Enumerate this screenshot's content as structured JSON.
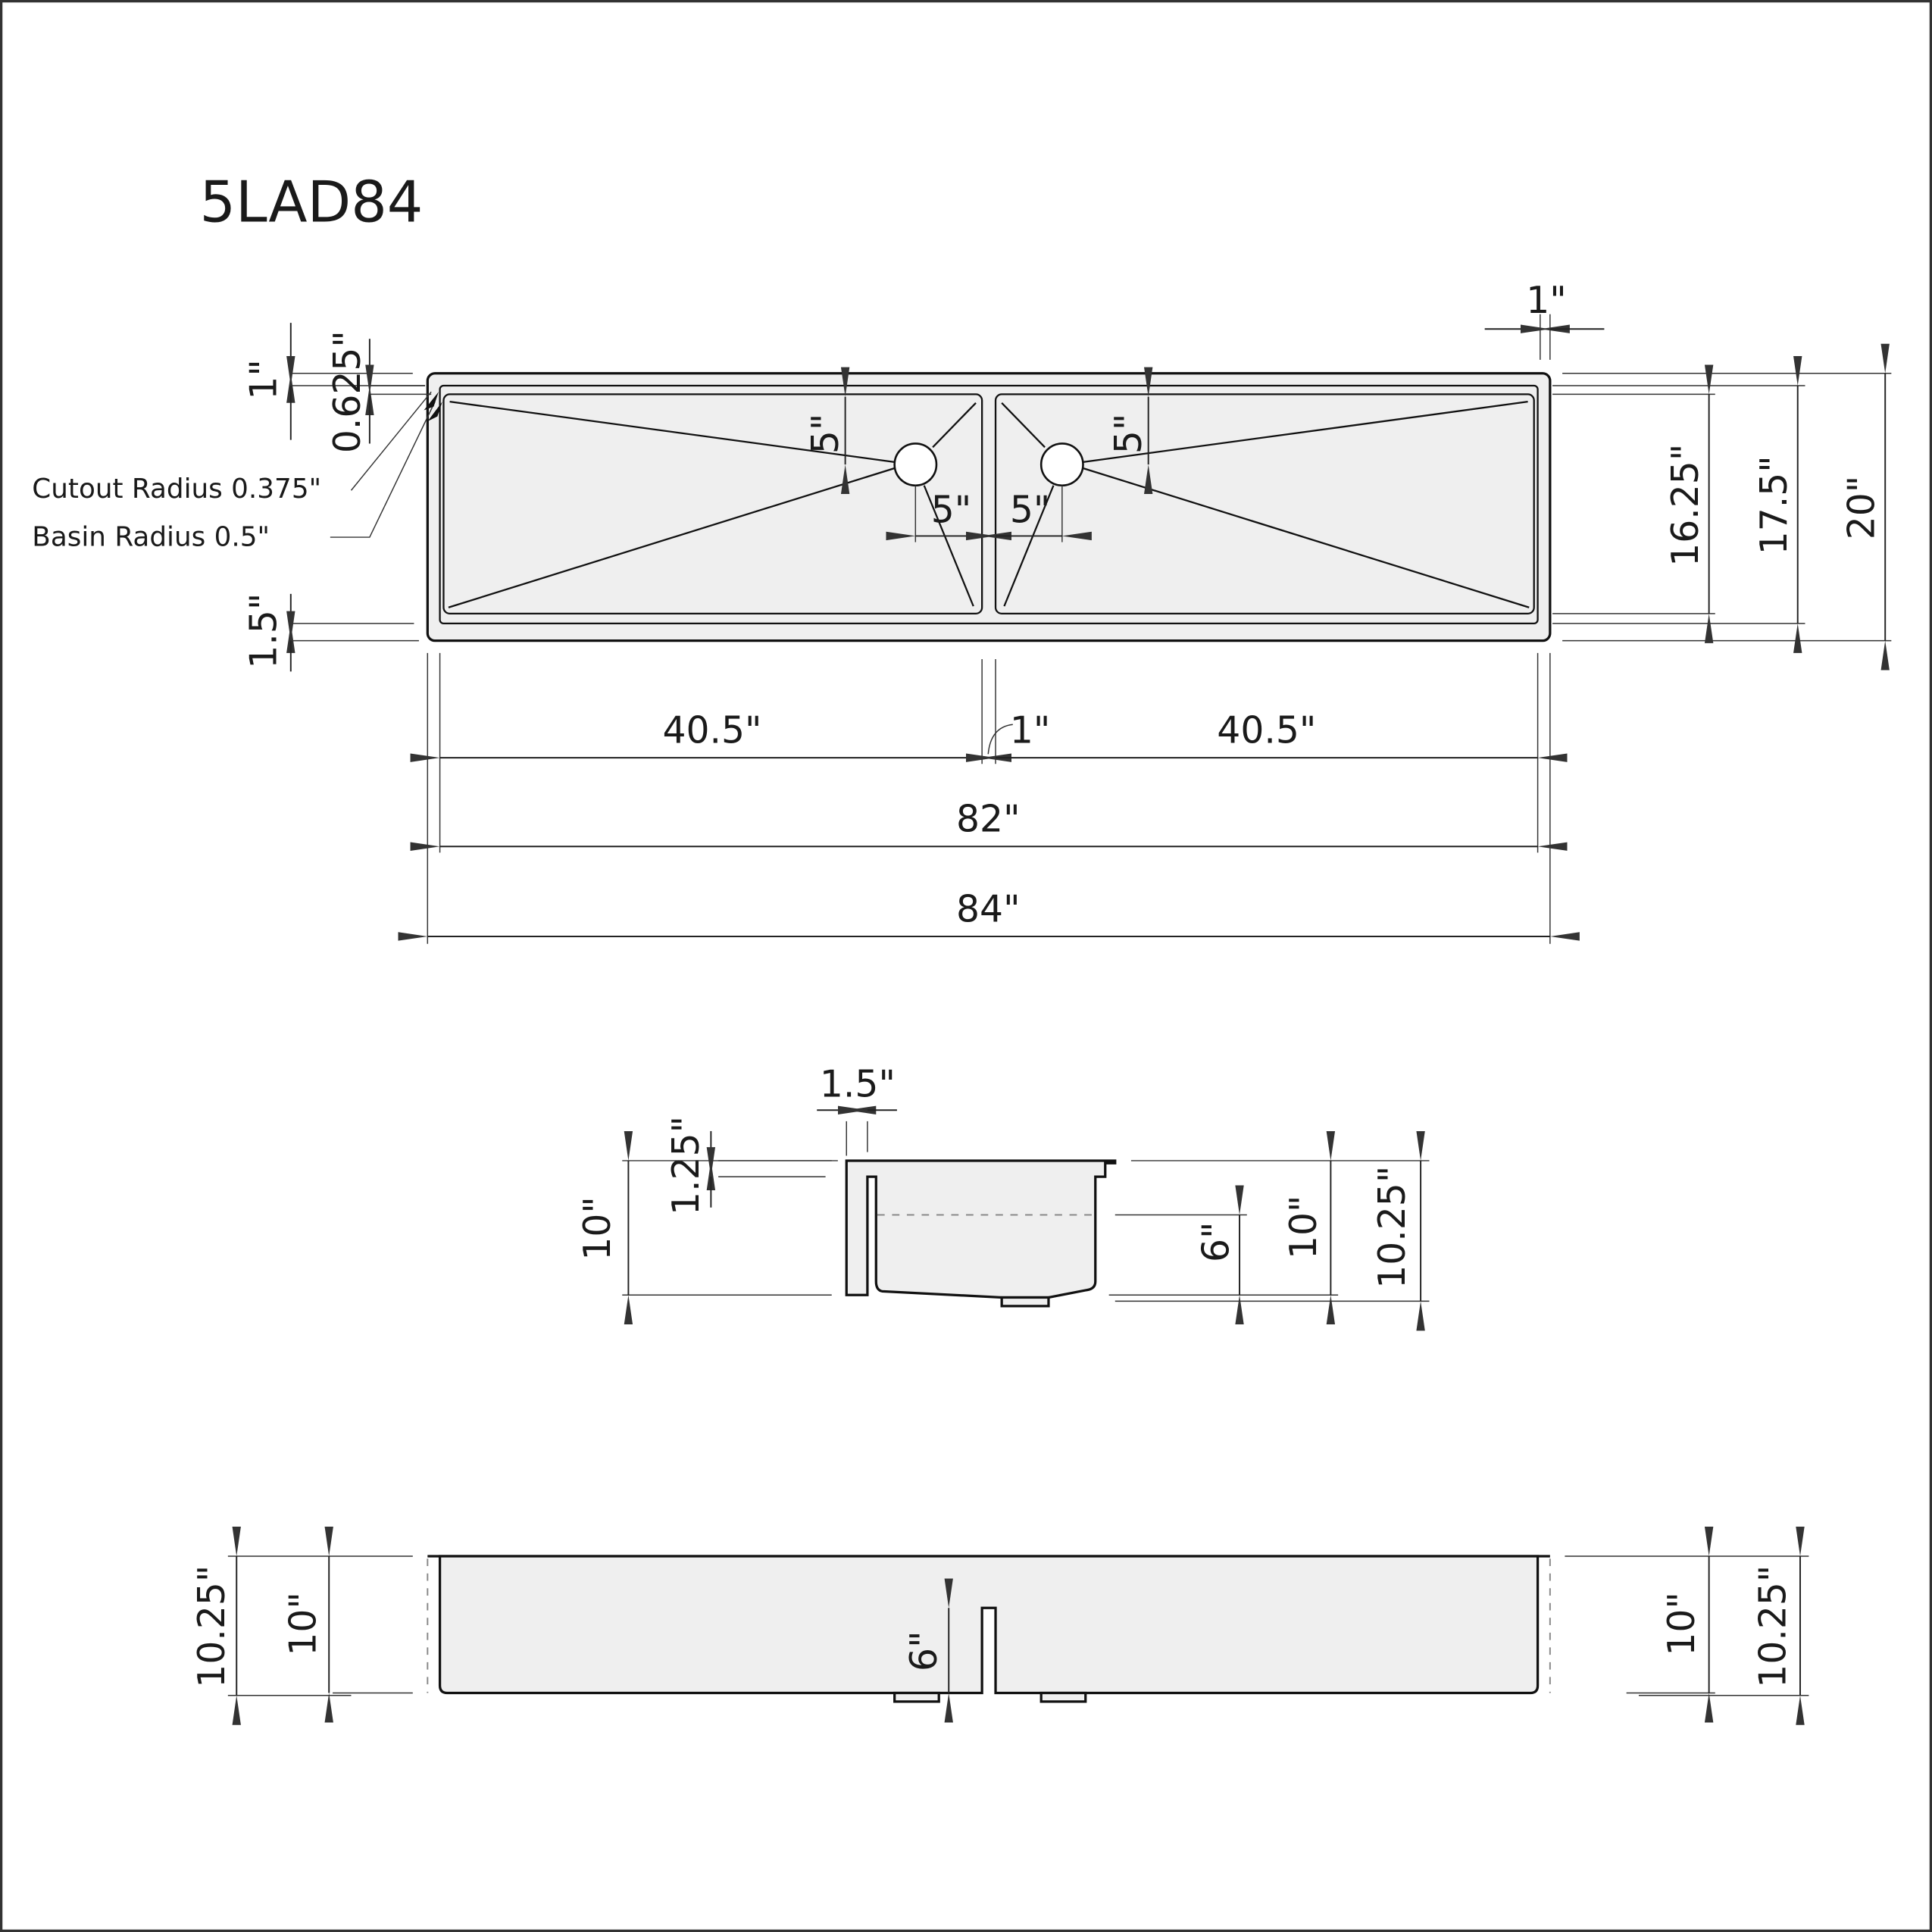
{
  "title": "5LAD84",
  "callouts": {
    "cutout_radius": "Cutout Radius 0.375\"",
    "basin_radius": "Basin Radius 0.5\""
  },
  "top_view": {
    "rim_top": "1\"",
    "rim_right": "1\"",
    "ledge_top": "0.625\"",
    "rim_bottom": "1.5\"",
    "drain_offset_left_v": "5\"",
    "drain_offset_right_v": "5\"",
    "drain_offset_left_h": "5\"",
    "drain_offset_right_h": "5\"",
    "basin_depth": "16.25\"",
    "ledge_depth": "17.5\"",
    "overall_depth": "20\"",
    "basin_left_width": "40.5\"",
    "divider_width": "1\"",
    "basin_right_width": "40.5\"",
    "inner_width": "82\"",
    "overall_width": "84\""
  },
  "side_view": {
    "apron_thickness": "1.5\"",
    "ledge_drop": "1.25\"",
    "height_left": "10\"",
    "divider_height": "6\"",
    "height_right": "10\"",
    "overall_height": "10.25\""
  },
  "front_view": {
    "overall_height_left": "10.25\"",
    "height_left": "10\"",
    "divider_height": "6\"",
    "height_right": "10\"",
    "overall_height_right": "10.25\""
  }
}
